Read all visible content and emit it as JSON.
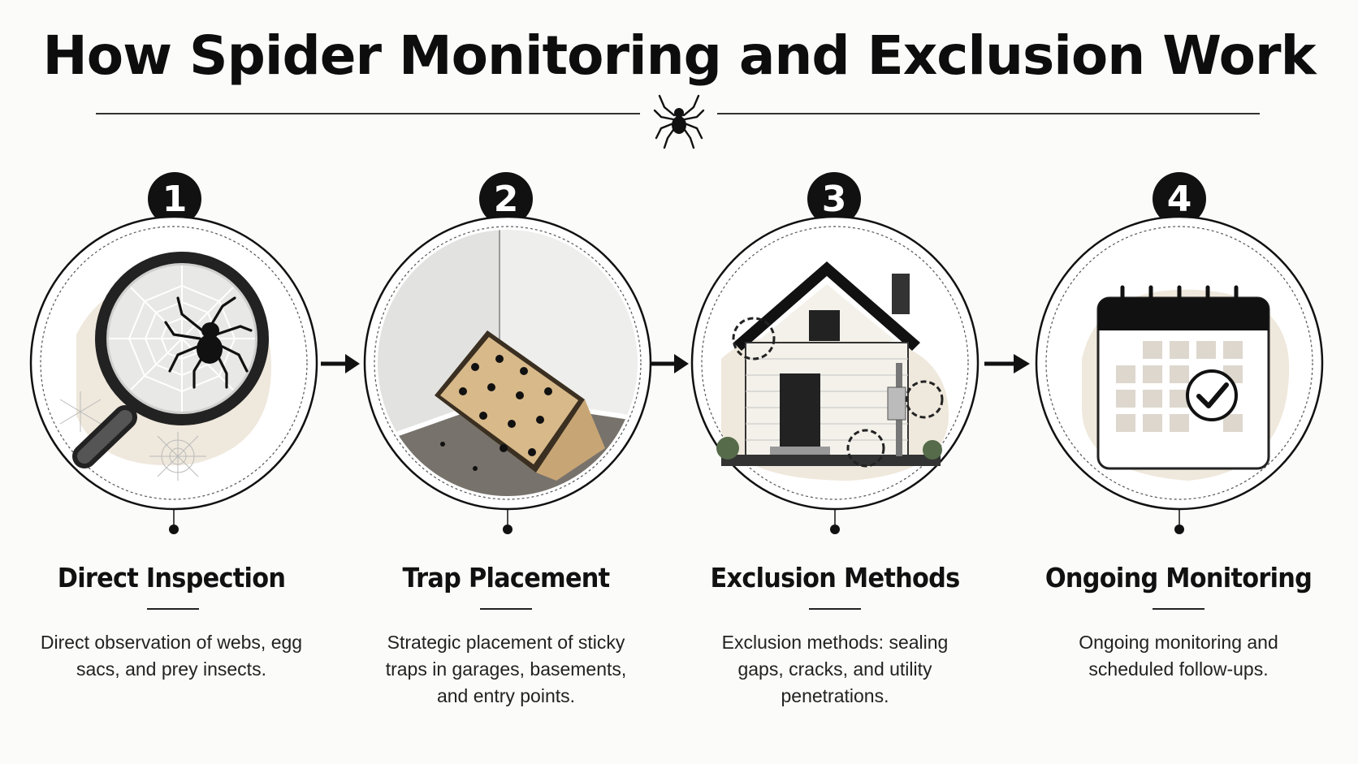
{
  "title": "How Spider Monitoring and Exclusion Work",
  "steps": [
    {
      "number": "1",
      "title": "Direct Inspection",
      "description": "Direct observation of webs, egg sacs, and prey insects.",
      "icon": "magnifier-web-spider-icon"
    },
    {
      "number": "2",
      "title": "Trap Placement",
      "description": "Strategic placement of sticky traps in garages, basements, and entry points.",
      "icon": "sticky-trap-icon"
    },
    {
      "number": "3",
      "title": "Exclusion Methods",
      "description": "Exclusion methods: sealing gaps, cracks, and utility penetrations.",
      "icon": "house-sealing-icon"
    },
    {
      "number": "4",
      "title": "Ongoing Monitoring",
      "description": "Ongoing monitoring and scheduled follow-ups.",
      "icon": "calendar-check-icon"
    }
  ],
  "colors": {
    "ink": "#111111",
    "blob": "#efe8dc",
    "trap": "#d8b98a",
    "floor": "#77726b",
    "wall": "#e4e4e2"
  }
}
